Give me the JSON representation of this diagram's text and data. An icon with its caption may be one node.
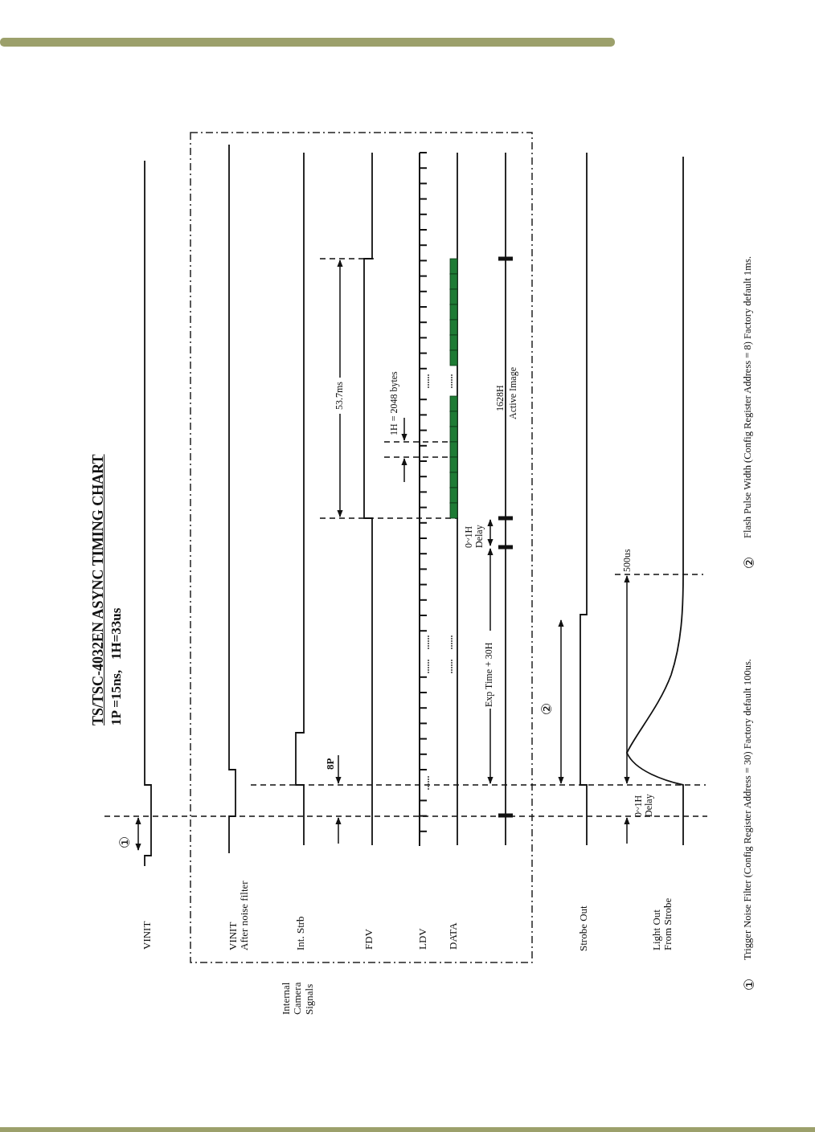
{
  "diagram": {
    "title": "TS/TSC-4032EN ASYNC TIMING CHART",
    "labels": [
      "1P =15ns,   1H=33us",
      "①",
      "VINIT",
      "VINIT",
      "After noise filter",
      "Int. Strb",
      "FDV",
      "LDV",
      "DATA",
      "Strobe Out",
      "Light Out From Strobe",
      "Internal Camera Signals",
      "8P",
      "53.7ms",
      "1H = 2048 bytes",
      "0~1H Delay",
      "Exp Time + 30H",
      "1628H",
      "Active Image",
      "②",
      "500us",
      "0~1H Delay",
      "①",
      "Trigger Noise Filter (Config Register Address = 30) Factory default 100us.",
      "②",
      "Flash Pulse Width (Config Register Address = 8) Factory default 1ms."
    ]
  }
}
